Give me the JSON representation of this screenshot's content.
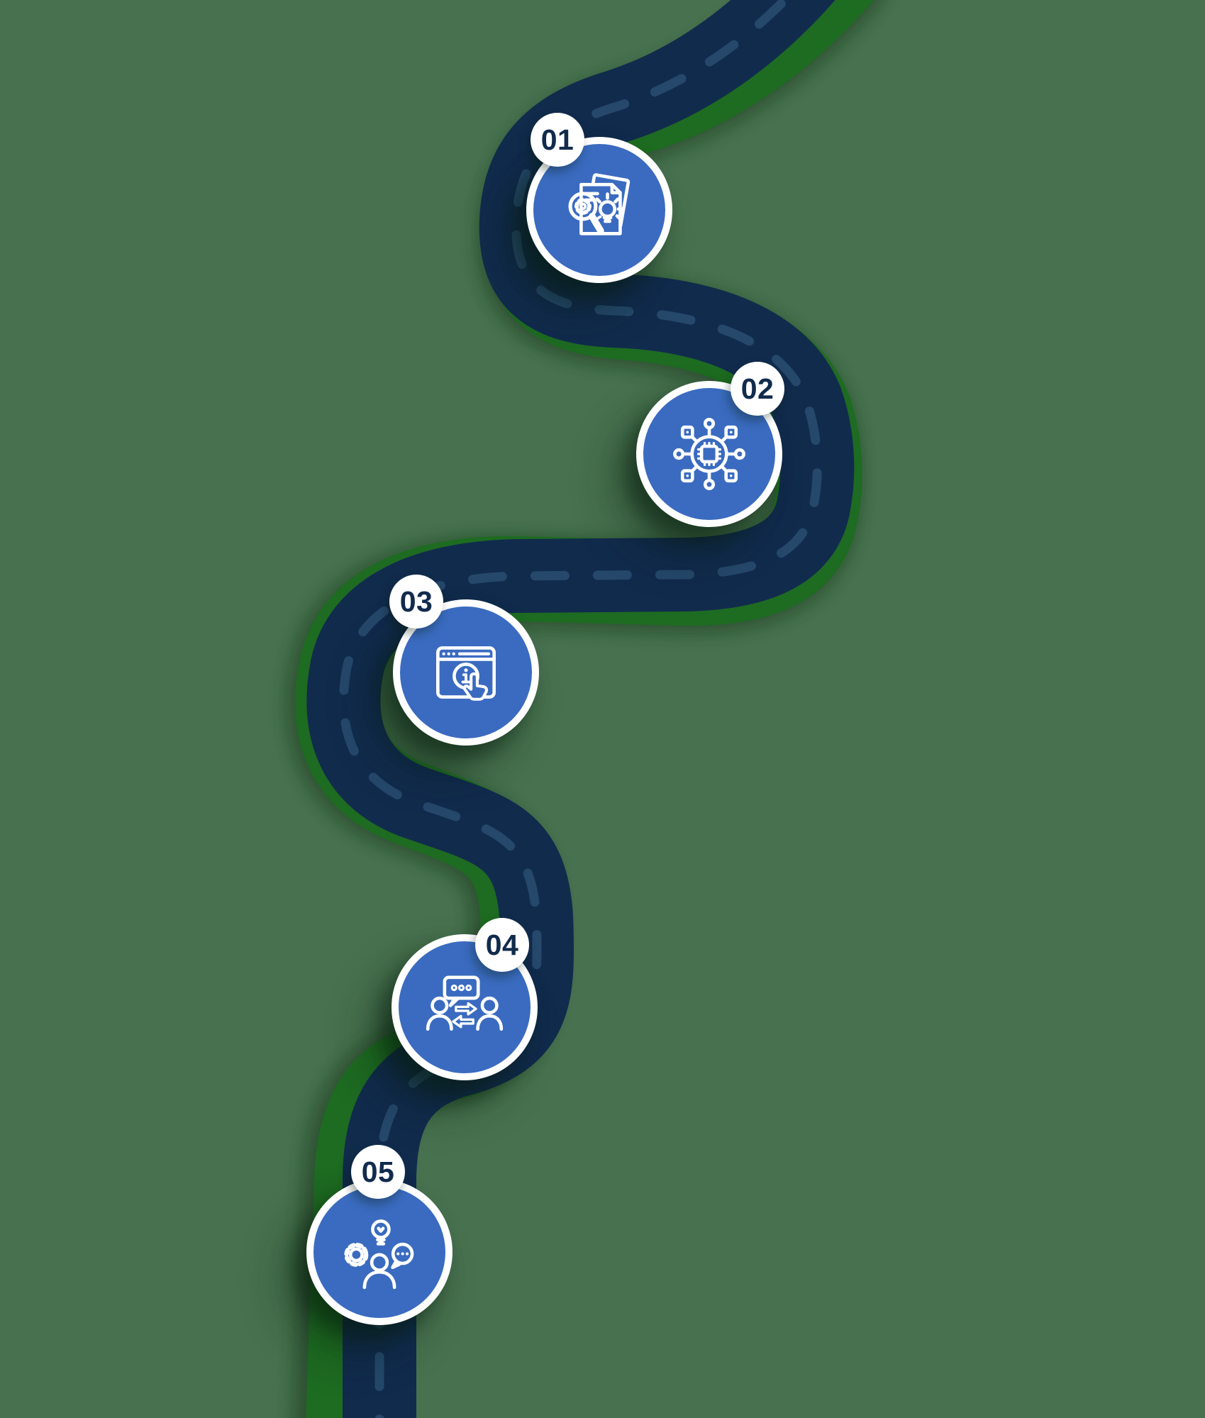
{
  "infographic": {
    "kind": "roadmap-timeline",
    "milestones": [
      {
        "number": "01",
        "icon": "research-documents-magnifier-gear-icon"
      },
      {
        "number": "02",
        "icon": "chip-network-icon"
      },
      {
        "number": "03",
        "icon": "browser-info-click-icon"
      },
      {
        "number": "04",
        "icon": "people-communication-exchange-icon"
      },
      {
        "number": "05",
        "icon": "person-skills-idea-chat-icon"
      }
    ]
  },
  "palette": {
    "background_green": "#47714F",
    "road_navy": "#112B4D",
    "road_dash_blue": "#25486B",
    "road_shadow_green": "#1E6B22",
    "node_blue": "#3A6BC0",
    "ring_white": "#FFFFFF",
    "badge_white": "#FFFFFF",
    "badge_text_navy": "#112B4D",
    "icon_stroke_white": "#FFFFFF"
  }
}
